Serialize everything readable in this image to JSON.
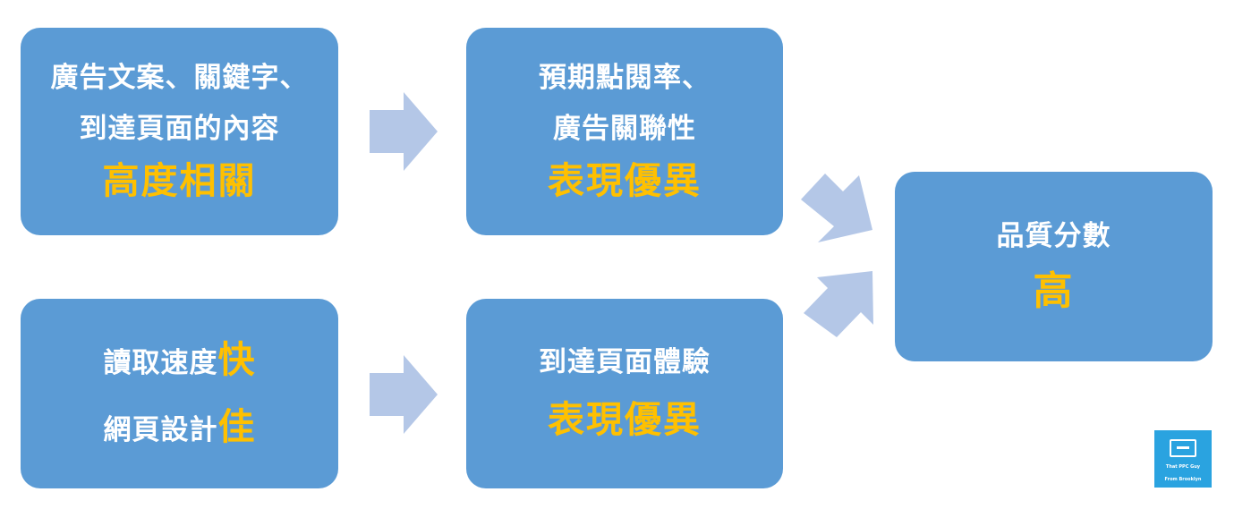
{
  "boxes": {
    "box1": {
      "line1": "廣告文案、關鍵字、",
      "line2": "到達頁面的內容",
      "highlight": "高度相關"
    },
    "box2": {
      "line1": "預期點閱率、",
      "line2": "廣告關聯性",
      "highlight": "表現優異"
    },
    "box3": {
      "line1_text": "讀取速度",
      "line1_highlight": "快",
      "line2_text": "網頁設計",
      "line2_highlight": "佳"
    },
    "box4": {
      "line1": "到達頁面體驗",
      "highlight": "表現優異"
    },
    "box5": {
      "line1": "品質分數",
      "highlight": "高"
    }
  },
  "logo": {
    "line1": "That PPC Guy",
    "line2": "From Brooklyn"
  },
  "colors": {
    "box_fill": "#5b9bd5",
    "arrow_fill": "#b4c7e7",
    "highlight": "#ffc000",
    "text": "#ffffff",
    "logo_bg": "#2aa3e0"
  }
}
